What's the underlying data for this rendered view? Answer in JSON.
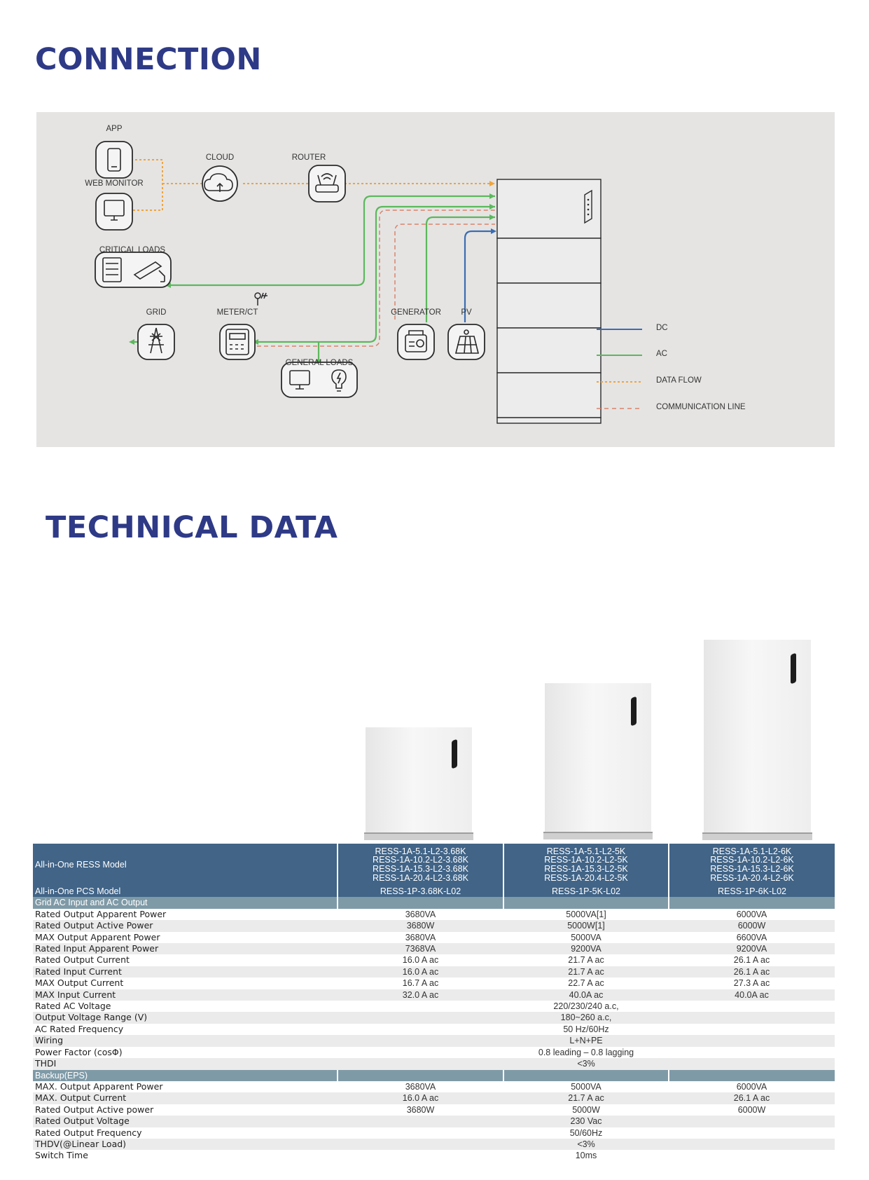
{
  "headings": {
    "connection": "CONNECTION",
    "technical_data": "TECHNICAL DATA"
  },
  "diagram": {
    "labels": {
      "app": "APP",
      "web_monitor": "WEB MONITOR",
      "cloud": "CLOUD",
      "router": "ROUTER",
      "critical_loads": "CRITICAL LOADS",
      "grid": "GRID",
      "meter_ct": "METER/CT",
      "general_loads": "GENERAL LOADS",
      "generator": "GENERATOR",
      "pv": "PV"
    },
    "legend": [
      {
        "label": "DC",
        "color": "#3a6db3",
        "style": "solid"
      },
      {
        "label": "AC",
        "color": "#5cb85c",
        "style": "solid"
      },
      {
        "label": "DATA FLOW",
        "color": "#f0a43a",
        "style": "dotted"
      },
      {
        "label": "COMMUNICATION LINE",
        "color": "#d9846a",
        "style": "dashed"
      }
    ]
  },
  "table": {
    "model_label": "All-in-One RESS Model",
    "models": [
      [
        "RESS-1A-5.1-L2-3.68K",
        "RESS-1A-10.2-L2-3.68K",
        "RESS-1A-15.3-L2-3.68K",
        "RESS-1A-20.4-L2-3.68K"
      ],
      [
        "RESS-1A-5.1-L2-5K",
        "RESS-1A-10.2-L2-5K",
        "RESS-1A-15.3-L2-5K",
        "RESS-1A-20.4-L2-5K"
      ],
      [
        "RESS-1A-5.1-L2-6K",
        "RESS-1A-10.2-L2-6K",
        "RESS-1A-15.3-L2-6K",
        "RESS-1A-20.4-L2-6K"
      ]
    ],
    "pcs_label": "All-in-One PCS Model",
    "pcs": [
      "RESS-1P-3.68K-L02",
      "RESS-1P-5K-L02",
      "RESS-1P-6K-L02"
    ],
    "sections": [
      {
        "title": "Grid AC Input and AC Output",
        "rows": [
          {
            "label": "Rated Output Apparent Power",
            "values": [
              "3680VA",
              "5000VA[1]",
              "6000VA"
            ]
          },
          {
            "label": "Rated Output Active Power",
            "values": [
              "3680W",
              "5000W[1]",
              "6000W"
            ]
          },
          {
            "label": "MAX Output Apparent Power",
            "values": [
              "3680VA",
              "5000VA",
              "6600VA"
            ]
          },
          {
            "label": "Rated Input Apparent Power",
            "values": [
              "7368VA",
              "9200VA",
              "9200VA"
            ]
          },
          {
            "label": "Rated Output Current",
            "values": [
              "16.0 A ac",
              "21.7 A ac",
              "26.1 A ac"
            ]
          },
          {
            "label": "Rated Input Current",
            "values": [
              "16.0 A ac",
              "21.7 A ac",
              "26.1 A ac"
            ]
          },
          {
            "label": "MAX Output Current",
            "values": [
              "16.7 A ac",
              "22.7 A ac",
              "27.3 A ac"
            ]
          },
          {
            "label": "MAX Input Current",
            "values": [
              "32.0 A ac",
              "40.0A ac",
              "40.0A ac"
            ]
          },
          {
            "label": "Rated AC Voltage",
            "shared": "220/230/240 a.c,"
          },
          {
            "label": "Output Voltage Range (V)",
            "shared": "180~260 a.c,"
          },
          {
            "label": "AC Rated Frequency",
            "shared": "50 Hz/60Hz"
          },
          {
            "label": "Wiring",
            "shared": "L+N+PE"
          },
          {
            "label": "Power Factor (cosΦ)",
            "shared": "0.8 leading – 0.8 lagging"
          },
          {
            "label": "THDI",
            "shared": "<3%"
          }
        ]
      },
      {
        "title": "Backup(EPS)",
        "rows": [
          {
            "label": "MAX. Output Apparent Power",
            "values": [
              "3680VA",
              "5000VA",
              "6000VA"
            ]
          },
          {
            "label": "MAX. Output Current",
            "values": [
              "16.0 A ac",
              "21.7 A ac",
              "26.1 A ac"
            ]
          },
          {
            "label": "Rated Output Active power",
            "values": [
              "3680W",
              "5000W",
              "6000W"
            ]
          },
          {
            "label": "Rated Output Voltage",
            "shared": "230 Vac"
          },
          {
            "label": "Rated Output Frequency",
            "shared": "50/60Hz"
          },
          {
            "label": "THDV(@Linear Load)",
            "shared": "<3%"
          },
          {
            "label": "Switch Time",
            "shared": "10ms"
          }
        ]
      }
    ]
  }
}
